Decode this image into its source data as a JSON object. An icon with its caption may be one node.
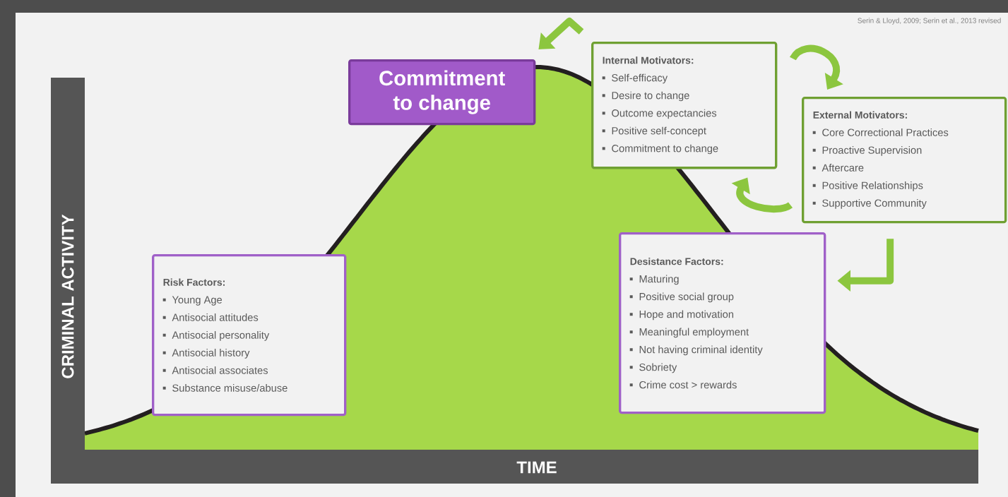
{
  "diagram": {
    "nodes": [
      {
        "text": [
          "Commitment to change"
        ]
      },
      {
        "text": [
          "Internal Motivators:",
          "Self-efficacy",
          "Desire to change",
          "Outcome expectancies",
          "Positive self-concept",
          "Commitment to change"
        ]
      },
      {
        "text": [
          "External Motivators:",
          "Core Correctional Practices",
          "Proactive Supervision",
          "Aftercare",
          "Positive Relationships",
          "Supportive Community"
        ]
      },
      {
        "text": [
          "Risk Factors:",
          "Young Age",
          "Antisocial attitudes",
          "Antisocial personality",
          "Antisocial history",
          "Antisocial associates",
          "Substance misuse/abuse"
        ]
      },
      {
        "text": [
          "Desistance Factors:",
          "Maturing",
          "Positive social group",
          "Hope and motivation",
          "Meaningful employment",
          "Not having criminal identity",
          "Sobriety",
          "Crime cost > rewards"
        ]
      }
    ],
    "edges": [
      {
        "from": 1,
        "to": 0,
        "arrow": "to"
      },
      {
        "from": 1,
        "to": 2,
        "arrow": "to"
      },
      {
        "from": 2,
        "to": 1,
        "arrow": "to"
      },
      {
        "from": 2,
        "to": 4,
        "arrow": "to"
      }
    ],
    "labels": [
      "Serin & Lloyd, 2009; Serin et al., 2013 revised",
      "CRIMINAL ACTIVITY",
      "TIME"
    ]
  }
}
